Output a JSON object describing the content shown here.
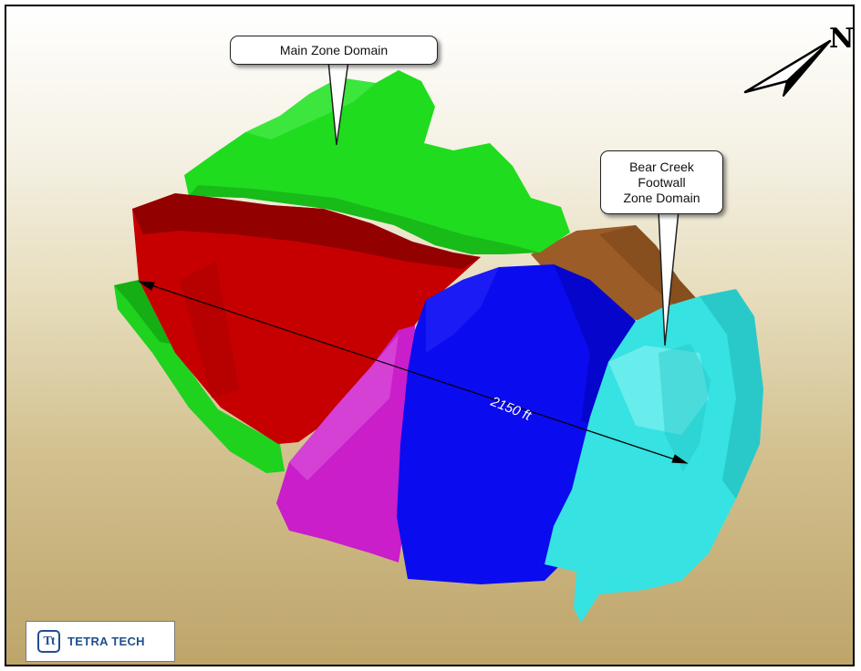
{
  "callouts": {
    "main_zone": "Main Zone Domain",
    "bear_creek": [
      "Bear Creek",
      "Footwall",
      "Zone Domain"
    ]
  },
  "north_arrow": {
    "label": "N",
    "icon": "north-arrow-icon"
  },
  "dimension": {
    "label": "2150 ft"
  },
  "logo": {
    "mark": "Tt",
    "name": "TETRA TECH"
  },
  "colors": {
    "main_zone_green": "#1fdc1f",
    "red_domain": "#c40000",
    "blue_domain": "#0a0af0",
    "magenta_domain": "#c81ec8",
    "cyan_domain": "#33e0e0",
    "brown_domain": "#9a5b26",
    "brand_blue": "#1f4f8f"
  }
}
